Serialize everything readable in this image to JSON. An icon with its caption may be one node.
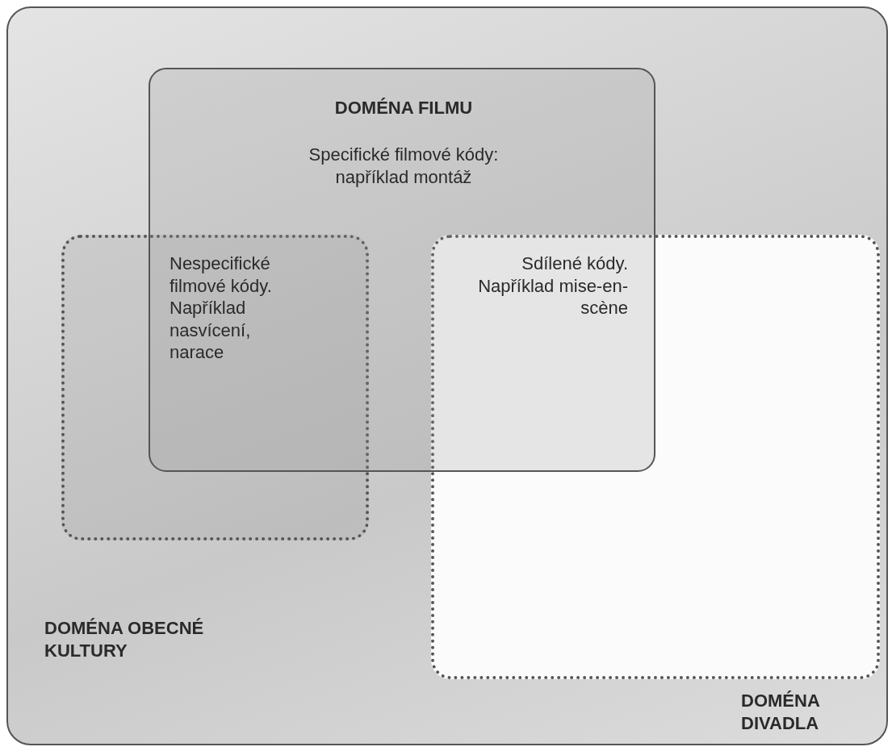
{
  "diagram": {
    "nodes": [
      {
        "text": [
          "DOMÉNA OBECNÉ KULTURY"
        ]
      },
      {
        "text": [
          "DOMÉNA FILMU",
          "Specifické filmové kódy: například montáž"
        ],
        "in": 0
      },
      {
        "text": [
          "Nespecifické filmové kódy. Například nasvícení, narace"
        ],
        "in": 0
      },
      {
        "text": [
          "Sdílené kódy. Například mise-en-scène",
          "DOMÉNA DIVADLA"
        ],
        "in": 0
      }
    ]
  }
}
